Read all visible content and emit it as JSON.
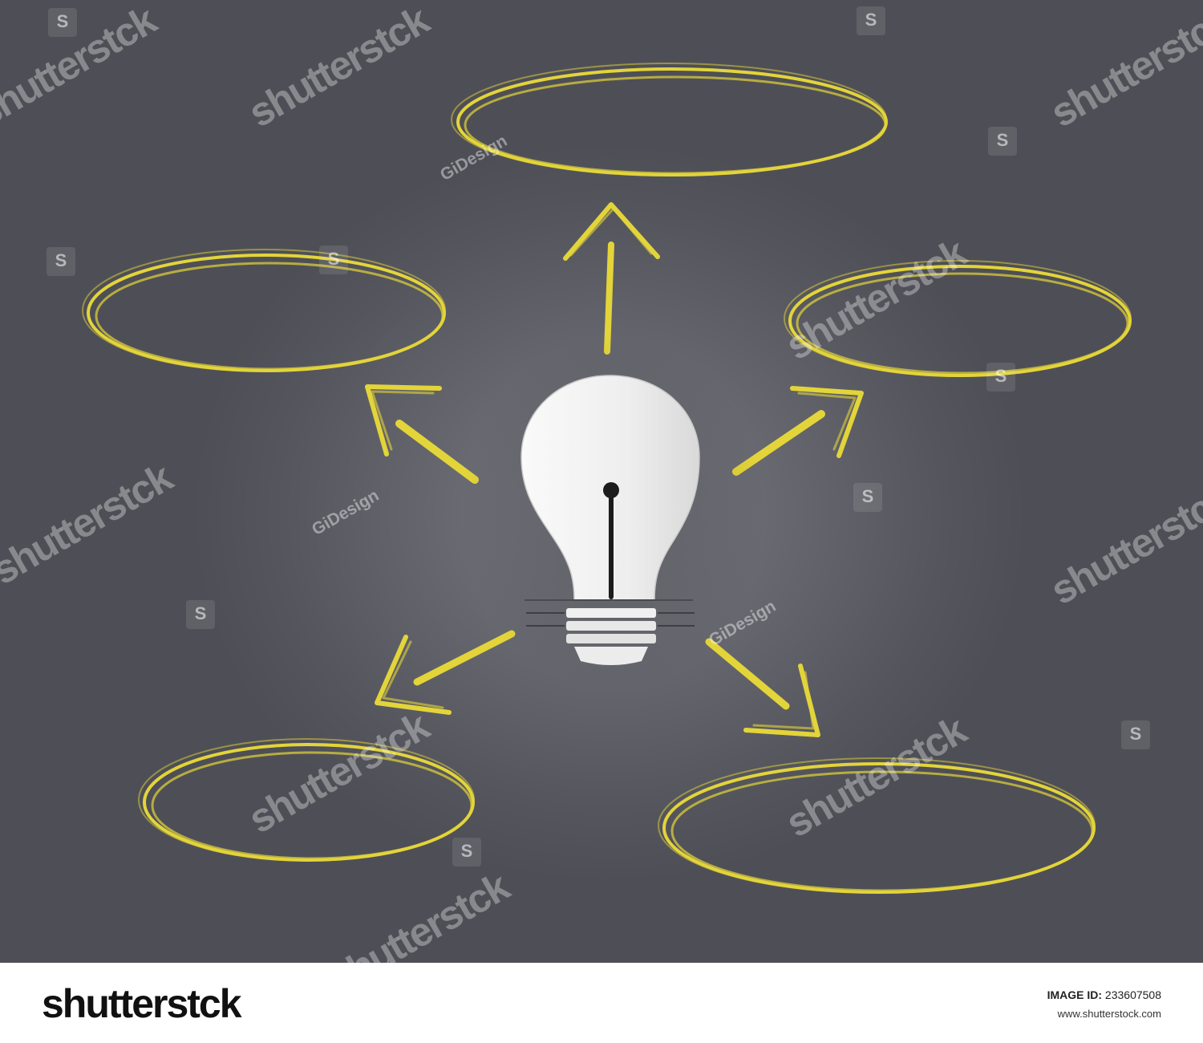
{
  "watermark": {
    "brand": "shutterstck",
    "author": "GiDesign"
  },
  "footer": {
    "logo": "shutterstck",
    "id_label": "IMAGE ID:",
    "id_value": "233607508",
    "url": "www.shutterstock.com"
  },
  "colors": {
    "chalk": "#e8d83a",
    "bulb": "#f2f2f2",
    "background": "#5f6067"
  },
  "icons": [
    "lightbulb-icon"
  ]
}
